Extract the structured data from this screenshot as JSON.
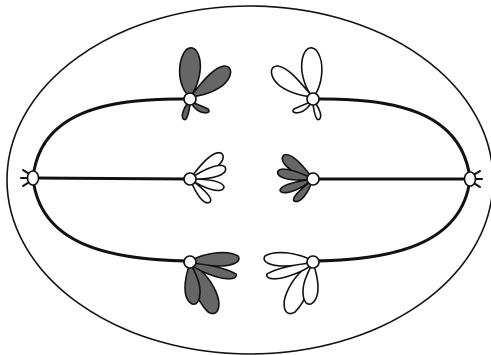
{
  "diagram": {
    "stage": "anaphase",
    "colors": {
      "line": "#111111",
      "dark_chromosome": "#666666",
      "light_chromosome": "#ffffff",
      "background": "#ffffff"
    },
    "spindle_poles": [
      "left-pole",
      "right-pole"
    ],
    "chromatids": [
      {
        "name": "chromatid-top-left",
        "shade": "dark"
      },
      {
        "name": "chromatid-middle-left",
        "shade": "light"
      },
      {
        "name": "chromatid-bottom-left",
        "shade": "dark"
      },
      {
        "name": "chromatid-top-right",
        "shade": "light"
      },
      {
        "name": "chromatid-middle-right",
        "shade": "dark"
      },
      {
        "name": "chromatid-bottom-right",
        "shade": "light"
      }
    ]
  }
}
